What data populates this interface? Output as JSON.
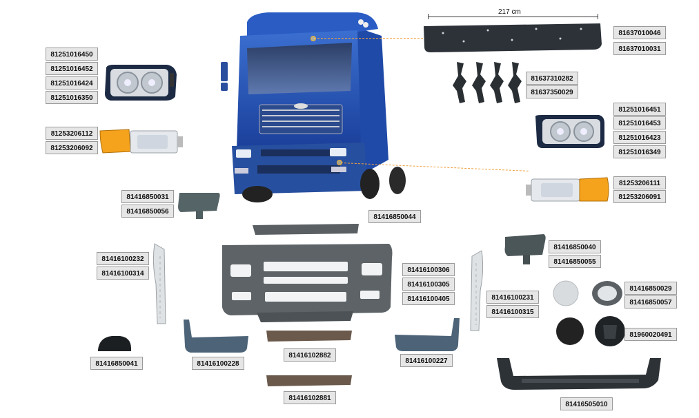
{
  "dimension_label": "217 cm",
  "parts": {
    "headlamp_left": [
      "81251016450",
      "81251016452",
      "81251016424",
      "81251016350"
    ],
    "indicator_left": [
      "81253206112",
      "81253206092"
    ],
    "sunvisor": [
      "81637010046",
      "81637010031"
    ],
    "sunvisor_brackets": [
      "81637310282",
      "81637350029"
    ],
    "headlamp_right": [
      "81251016451",
      "81251016453",
      "81251016423",
      "81251016349"
    ],
    "indicator_right": [
      "81253206111",
      "81253206091"
    ],
    "cover_cap_left": [
      "81416850031",
      "81416850056"
    ],
    "bumper_top_strip": [
      "81416850044"
    ],
    "corner_trim_left": [
      "81416100232",
      "81416100314"
    ],
    "bumper": [
      "81416100306",
      "81416100305",
      "81416100405"
    ],
    "cover_cap_right": [
      "81416850040",
      "81416850055"
    ],
    "corner_trim_right": [
      "81416100231",
      "81416100315"
    ],
    "round_cap": [
      "81416850029",
      "81416850057"
    ],
    "round_cover": [
      "81960020491"
    ],
    "small_cap": [
      "81416850041"
    ],
    "bumper_end_left": [
      "81416100228"
    ],
    "bumper_grille_upper": [
      "81416102882"
    ],
    "bumper_end_right": [
      "81416100227"
    ],
    "bumper_grille_lower": [
      "81416102881"
    ],
    "bumper_bracket": [
      "81416505010"
    ]
  }
}
